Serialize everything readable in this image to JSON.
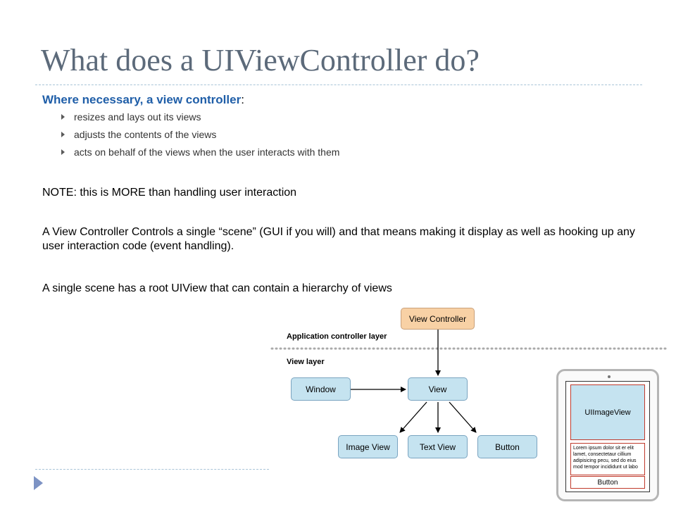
{
  "slide": {
    "title": "What does a UIViewController do?",
    "subheading": {
      "emphasis": "Where necessary, a view controller",
      "suffix": ":"
    },
    "bullets": [
      "resizes and lays out its views",
      "adjusts the contents of the views",
      "acts on behalf of the views when the user interacts with them"
    ],
    "note": "NOTE: this is MORE than handling user interaction",
    "vc_paragraph": "A View Controller Controls a single “scene” (GUI if you will) and that means making it display as well as hooking up any user interaction code (event handling).",
    "scene_paragraph": "A single  scene has a root UIView that can contain a hierarchy of views"
  },
  "diagram": {
    "view_controller": "View Controller",
    "app_layer_label": "Application controller layer",
    "view_layer_label": "View layer",
    "window": "Window",
    "view": "View",
    "image_view": "Image View",
    "text_view": "Text View",
    "button": "Button"
  },
  "ipad": {
    "image_view": "UIImageView",
    "lorem": "Lorem ipsum dolor sit er elit lamet, consectetaur cillium adipisicing pecu, sed do eius mod tempor incididunt ut labo",
    "button": "Button"
  },
  "colors": {
    "title": "#5c6a7a",
    "subheading": "#1f5ea8",
    "box_fill": "#c5e3f0",
    "controller_fill": "#f8d1a5",
    "ipad_outline": "#c0392b"
  }
}
